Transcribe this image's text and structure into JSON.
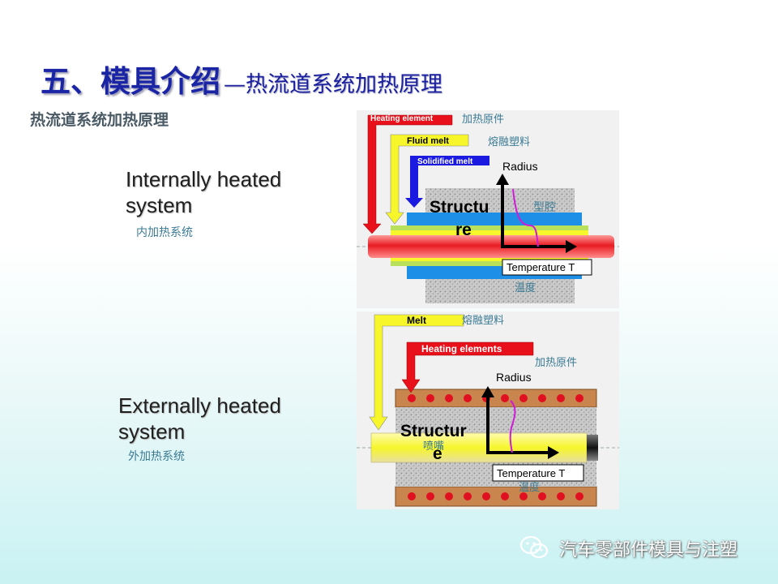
{
  "title": {
    "main": "五、模具介绍",
    "sub": "—热流道系统加热原理"
  },
  "subtitle": "热流道系统加热原理",
  "internal": {
    "label_line1": "Internally heated",
    "label_line2": "system",
    "label_cn": "内加热系统",
    "heating_element": "Heating element",
    "heating_element_cn": "加热原件",
    "fluid_melt": "Fluid melt",
    "fluid_melt_cn": "熔融塑料",
    "solidified_melt": "Solidified melt",
    "radius": "Radius",
    "structure_1": "Structu",
    "structure_2": "re",
    "cavity_cn": "型腔",
    "temperature": "Temperature T",
    "temperature_cn": "温度"
  },
  "external": {
    "label_line1": "Externally heated",
    "label_line2": "system",
    "label_cn": "外加热系统",
    "melt": "Melt",
    "melt_cn": "熔融塑料",
    "heating_elements": "Heating elements",
    "heating_elements_cn": "加热原件",
    "radius": "Radius",
    "structure_1": "Structur",
    "structure_2": "e",
    "nozzle_cn": "喷嘴",
    "temperature": "Temperature T",
    "temperature_cn": "温度"
  },
  "footer": "汽车零部件模具与注塑",
  "colors": {
    "title": "#1a25a6",
    "heating": "#e8101a",
    "melt": "#f5f51e",
    "solidified": "#1a1ae0",
    "mold": "#1e90e8",
    "curve": "#d01ad8"
  }
}
